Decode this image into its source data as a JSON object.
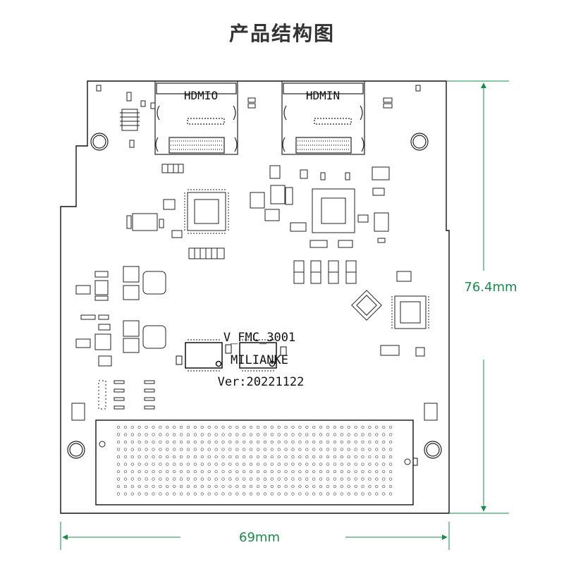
{
  "title": "产品结构图",
  "dimensions": {
    "height": "76.4mm",
    "width": "69mm"
  },
  "board": {
    "connector_left": "HDMIO",
    "connector_right": "HDMIN",
    "silk_line1": "V_FMC_3001",
    "silk_line2": "MILIANKE",
    "silk_line3": "Ver:20221122"
  },
  "colors": {
    "dimension": "#1a8a4a",
    "outline": "#111111",
    "title": "#333333"
  }
}
